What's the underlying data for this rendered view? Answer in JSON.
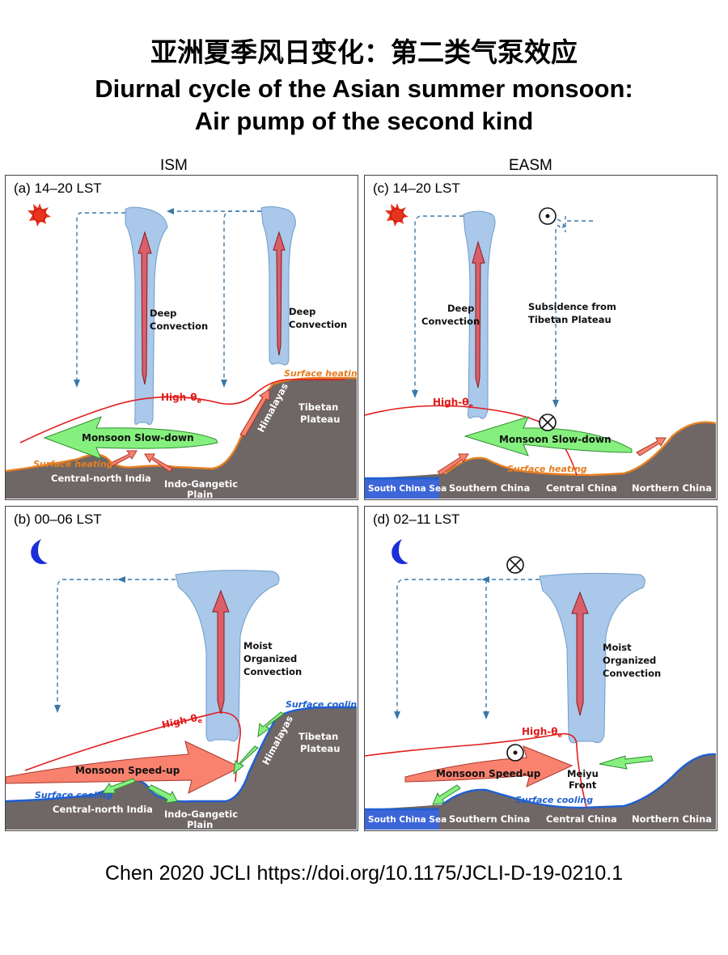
{
  "title": {
    "cn": "亚洲夏季风日变化：第二类气泵效应",
    "en_line1": "Diurnal cycle of the Asian summer monsoon:",
    "en_line2": "Air pump of the second kind"
  },
  "columns": {
    "left": "ISM",
    "right": "EASM"
  },
  "panels": {
    "a": {
      "label": "(a)  14–20 LST",
      "deep1": "Deep",
      "conv1": "Convection",
      "deep2": "Deep",
      "conv2": "Convection",
      "high_theta": "High-θ",
      "theta_sub": "e",
      "surface_heating_top": "Surface heating",
      "surface_heating_bottom": "Surface heating",
      "monsoon": "Monsoon Slow-down",
      "himalayas": "Himalayas",
      "tibetan1": "Tibetan",
      "tibetan2": "Plateau",
      "central_north_india": "Central-north India",
      "indo1": "Indo-Gangetic",
      "indo2": "Plain"
    },
    "b": {
      "label": "(b)  00–06 LST",
      "moist1": "Moist",
      "moist2": "Organized",
      "moist3": "Convection",
      "high_theta": "High-θ",
      "theta_sub": "e",
      "surface_cooling_top": "Surface cooling",
      "surface_cooling_bottom": "Surface cooling",
      "monsoon": "Monsoon Speed-up",
      "himalayas": "Himalayas",
      "tibetan1": "Tibetan",
      "tibetan2": "Plateau",
      "central_north_india": "Central-north India",
      "indo1": "Indo-Gangetic",
      "indo2": "Plain"
    },
    "c": {
      "label": "(c)  14–20 LST",
      "deep1": "Deep",
      "conv1": "Convection",
      "sub1": "Subsidence from",
      "sub2": "Tibetan Plateau",
      "high_theta": "High-θ",
      "theta_sub": "e",
      "monsoon": "Monsoon Slow-down",
      "surface_heating": "Surface heating",
      "south_china_sea": "South China Sea",
      "southern_china": "Southern China",
      "central_china": "Central China",
      "northern_china": "Northern China"
    },
    "d": {
      "label": "(d)  02–11 LST",
      "moist1": "Moist",
      "moist2": "Organized",
      "moist3": "Convection",
      "high_theta": "High-θ",
      "theta_sub": "e",
      "monsoon": "Monsoon Speed-up",
      "meiyu1": "Meiyu",
      "meiyu2": "Front",
      "surface_cooling": "Surface cooling",
      "south_china_sea": "South China Sea",
      "southern_china": "Southern China",
      "central_china": "Central China",
      "northern_china": "Northern China"
    }
  },
  "citation": "Chen 2020 JCLI  https://doi.org/10.1175/JCLI-D-19-0210.1",
  "colors": {
    "plume": "#a9c8ea",
    "updraft": "#d9606b",
    "theta_line": "#e31a1a",
    "terrain": "#6f6666",
    "heating": "#e67e22",
    "cooling": "#1f5fd1",
    "slowdown_arrow": "#86f07e",
    "speedup_arrow": "#f9826f",
    "sea": "#3d66d8",
    "sun": "#e8341c",
    "moon": "#1a2fd8"
  },
  "icons": [
    "sun-icon",
    "moon-icon",
    "out-of-page-symbol",
    "into-page-symbol"
  ]
}
